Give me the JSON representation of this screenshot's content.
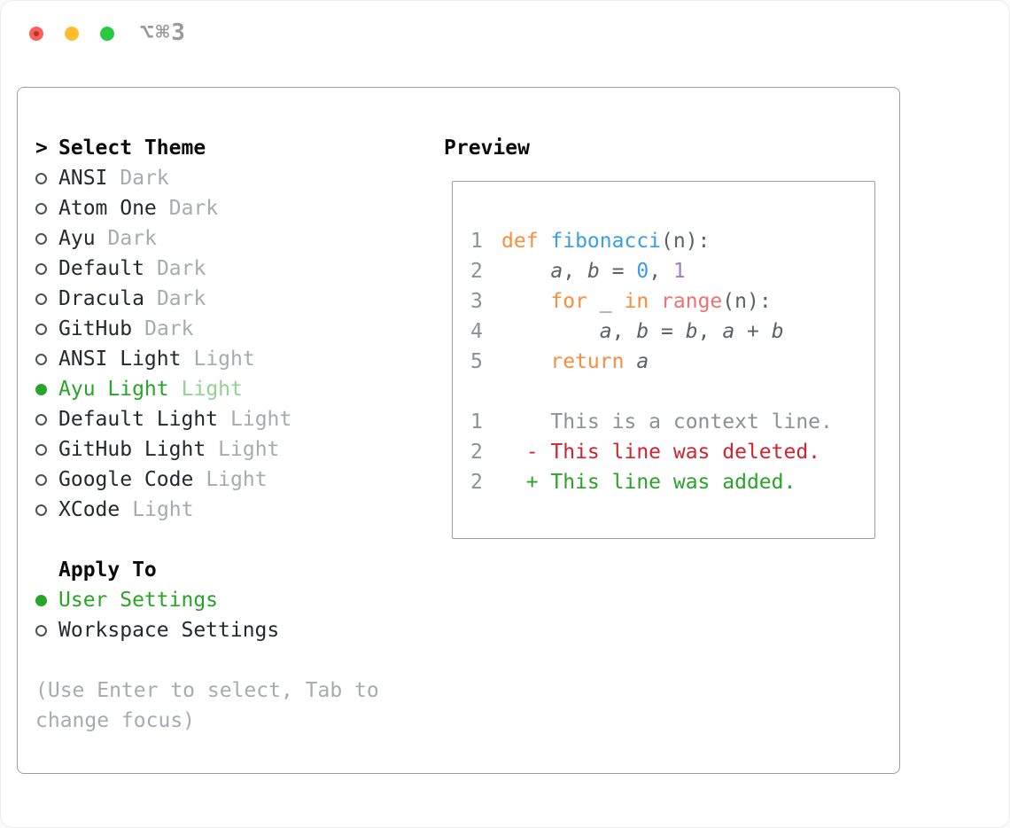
{
  "titlebar": {
    "shortcut": "⌥⌘3"
  },
  "theme_list": {
    "prompt": ">",
    "title": "Select Theme",
    "items": [
      {
        "name": "ANSI",
        "variant": "Dark",
        "selected": false
      },
      {
        "name": "Atom One",
        "variant": "Dark",
        "selected": false
      },
      {
        "name": "Ayu",
        "variant": "Dark",
        "selected": false
      },
      {
        "name": "Default",
        "variant": "Dark",
        "selected": false
      },
      {
        "name": "Dracula",
        "variant": "Dark",
        "selected": false
      },
      {
        "name": "GitHub",
        "variant": "Dark",
        "selected": false
      },
      {
        "name": "ANSI Light",
        "variant": "Light",
        "selected": false
      },
      {
        "name": "Ayu Light",
        "variant": "Light",
        "selected": true
      },
      {
        "name": "Default Light",
        "variant": "Light",
        "selected": false
      },
      {
        "name": "GitHub Light",
        "variant": "Light",
        "selected": false
      },
      {
        "name": "Google Code",
        "variant": "Light",
        "selected": false
      },
      {
        "name": "XCode",
        "variant": "Light",
        "selected": false
      }
    ]
  },
  "apply_to": {
    "title": "Apply To",
    "items": [
      {
        "label": "User Settings",
        "selected": true
      },
      {
        "label": "Workspace Settings",
        "selected": false
      }
    ]
  },
  "hint": {
    "line1": "(Use Enter to select, Tab to",
    "line2": "change focus)"
  },
  "preview": {
    "title": "Preview",
    "code_lines": [
      {
        "num": "1",
        "tokens": [
          {
            "c": "keyword",
            "t": "def "
          },
          {
            "c": "function",
            "t": "fibonacci"
          },
          {
            "c": "code_text",
            "t": "(n):"
          }
        ]
      },
      {
        "num": "2",
        "tokens": [
          {
            "c": "code_text",
            "t": "    "
          },
          {
            "c": "code_text",
            "t": "a",
            "i": true
          },
          {
            "c": "code_text",
            "t": ", "
          },
          {
            "c": "code_text",
            "t": "b",
            "i": true
          },
          {
            "c": "code_text",
            "t": " = "
          },
          {
            "c": "number_blue",
            "t": "0"
          },
          {
            "c": "code_text",
            "t": ", "
          },
          {
            "c": "number_purple",
            "t": "1"
          }
        ]
      },
      {
        "num": "3",
        "tokens": [
          {
            "c": "code_text",
            "t": "    "
          },
          {
            "c": "keyword",
            "t": "for"
          },
          {
            "c": "code_text",
            "t": " _ "
          },
          {
            "c": "keyword",
            "t": "in"
          },
          {
            "c": "call",
            "t": " range"
          },
          {
            "c": "code_text",
            "t": "(n):"
          }
        ]
      },
      {
        "num": "4",
        "tokens": [
          {
            "c": "code_text",
            "t": "        "
          },
          {
            "c": "code_text",
            "t": "a",
            "i": true
          },
          {
            "c": "code_text",
            "t": ", "
          },
          {
            "c": "code_text",
            "t": "b",
            "i": true
          },
          {
            "c": "code_text",
            "t": " = "
          },
          {
            "c": "code_text",
            "t": "b",
            "i": true
          },
          {
            "c": "code_text",
            "t": ", "
          },
          {
            "c": "code_text",
            "t": "a",
            "i": true
          },
          {
            "c": "code_text",
            "t": " + "
          },
          {
            "c": "code_text",
            "t": "b",
            "i": true
          }
        ]
      },
      {
        "num": "5",
        "tokens": [
          {
            "c": "code_text",
            "t": "    "
          },
          {
            "c": "keyword",
            "t": "return "
          },
          {
            "c": "code_text",
            "t": "a",
            "i": true
          }
        ]
      }
    ],
    "diff_lines": [
      {
        "num": "1",
        "kind": "context",
        "text": "    This is a context line."
      },
      {
        "num": "2",
        "kind": "deleted",
        "text": "  - This line was deleted."
      },
      {
        "num": "2",
        "kind": "added",
        "text": "  + This line was added."
      }
    ]
  },
  "palette": {
    "keyword": "#fa8d3e",
    "function": "#399ee6",
    "number_blue": "#399ee6",
    "number_purple": "#a37acc",
    "call": "#f07171",
    "code_text": "#5c6166",
    "line_number": "#8a9199",
    "diff_context": "#8a9199",
    "diff_deleted": "#d1242f",
    "diff_added": "#28a428",
    "selected_green": "#28a428",
    "muted": "#a6abb0",
    "traffic_red": "#ff5f57",
    "traffic_yellow": "#febc2e",
    "traffic_green": "#28c840"
  }
}
